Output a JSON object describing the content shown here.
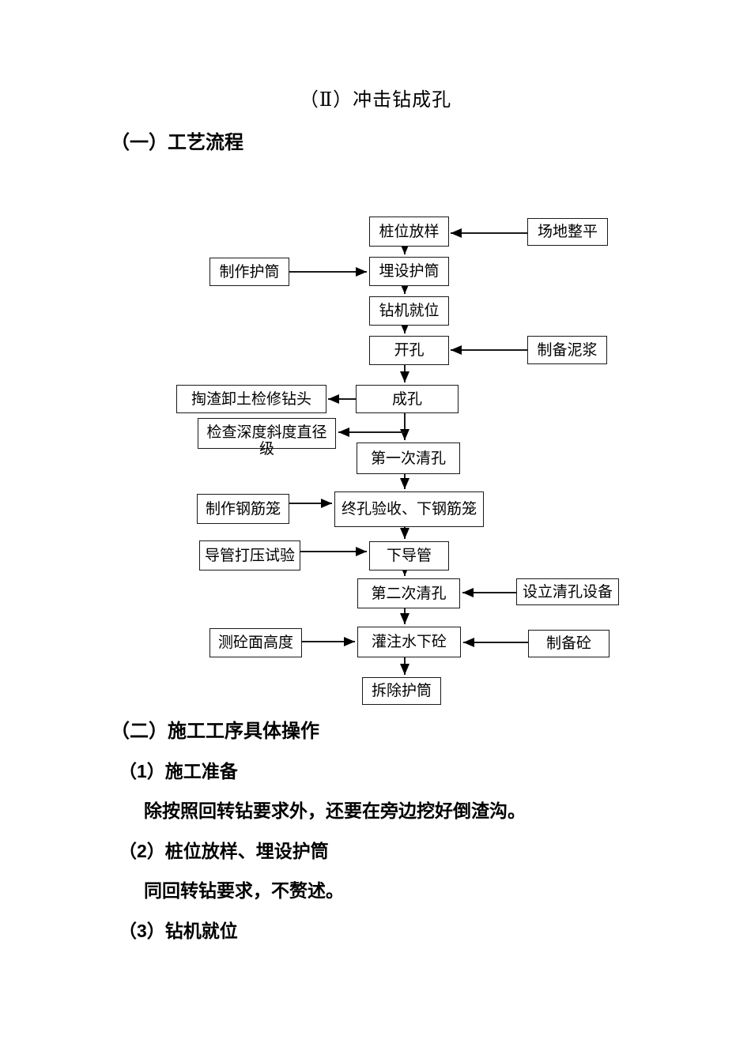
{
  "document": {
    "title": "（Ⅱ）冲击钻成孔",
    "sections": [
      {
        "heading": "（一）工艺流程"
      },
      {
        "heading": "（二）施工工序具体操作"
      }
    ],
    "items": [
      {
        "label": "（1）施工准备",
        "text": "除按照回转钻要求外，还要在旁边挖好倒渣沟。"
      },
      {
        "label": "（2）桩位放样、埋设护筒",
        "text": "同回转钻要求，不赘述。"
      },
      {
        "label": "（3）钻机就位",
        "text": ""
      }
    ],
    "colors": {
      "text": "#000000",
      "background": "#ffffff",
      "box_border": "#1a1a1a"
    }
  },
  "flowchart": {
    "nodes": [
      {
        "id": "pile-position-layout",
        "label": "桩位放样"
      },
      {
        "id": "site-leveling",
        "label": "场地整平"
      },
      {
        "id": "casing-fabrication",
        "label": "制作护筒"
      },
      {
        "id": "casing-embedding",
        "label": "埋设护筒"
      },
      {
        "id": "rig-positioning",
        "label": "钻机就位"
      },
      {
        "id": "hole-opening",
        "label": "开孔"
      },
      {
        "id": "slurry-preparation",
        "label": "制备泥浆"
      },
      {
        "id": "slag-removal-bit-repair",
        "label": "掏渣卸土检修钻头"
      },
      {
        "id": "hole-completion",
        "label": "成孔"
      },
      {
        "id": "depth-inclination-diameter-check",
        "label": "检查深度斜度直径级"
      },
      {
        "id": "first-hole-cleaning",
        "label": "第一次清孔"
      },
      {
        "id": "rebar-cage-fabrication",
        "label": "制作钢筋笼"
      },
      {
        "id": "final-hole-acceptance-rebar-cage-lowering",
        "label": "终孔验收、下钢筋笼"
      },
      {
        "id": "conduit-pressure-test",
        "label": "导管打压试验"
      },
      {
        "id": "conduit-lowering",
        "label": "下导管"
      },
      {
        "id": "second-hole-cleaning",
        "label": "第二次清孔"
      },
      {
        "id": "hole-cleaning-equipment-setup",
        "label": "设立清孔设备"
      },
      {
        "id": "concrete-surface-level-measurement",
        "label": "测砼面高度"
      },
      {
        "id": "underwater-concrete-pouring",
        "label": "灌注水下砼"
      },
      {
        "id": "concrete-preparation",
        "label": "制备砼"
      },
      {
        "id": "casing-removal",
        "label": "拆除护筒"
      }
    ],
    "edges": [
      {
        "from": "site-leveling",
        "to": "pile-position-layout"
      },
      {
        "from": "pile-position-layout",
        "to": "casing-embedding"
      },
      {
        "from": "casing-fabrication",
        "to": "casing-embedding"
      },
      {
        "from": "casing-embedding",
        "to": "rig-positioning"
      },
      {
        "from": "rig-positioning",
        "to": "hole-opening"
      },
      {
        "from": "slurry-preparation",
        "to": "hole-opening"
      },
      {
        "from": "hole-opening",
        "to": "hole-completion"
      },
      {
        "from": "hole-completion",
        "to": "slag-removal-bit-repair"
      },
      {
        "from": "hole-completion",
        "to": "depth-inclination-diameter-check"
      },
      {
        "from": "hole-completion",
        "to": "first-hole-cleaning"
      },
      {
        "from": "first-hole-cleaning",
        "to": "final-hole-acceptance-rebar-cage-lowering"
      },
      {
        "from": "rebar-cage-fabrication",
        "to": "final-hole-acceptance-rebar-cage-lowering"
      },
      {
        "from": "final-hole-acceptance-rebar-cage-lowering",
        "to": "conduit-lowering"
      },
      {
        "from": "conduit-pressure-test",
        "to": "conduit-lowering"
      },
      {
        "from": "conduit-lowering",
        "to": "second-hole-cleaning"
      },
      {
        "from": "hole-cleaning-equipment-setup",
        "to": "second-hole-cleaning"
      },
      {
        "from": "second-hole-cleaning",
        "to": "underwater-concrete-pouring"
      },
      {
        "from": "concrete-surface-level-measurement",
        "to": "underwater-concrete-pouring"
      },
      {
        "from": "concrete-preparation",
        "to": "underwater-concrete-pouring"
      },
      {
        "from": "underwater-concrete-pouring",
        "to": "casing-removal"
      }
    ]
  }
}
